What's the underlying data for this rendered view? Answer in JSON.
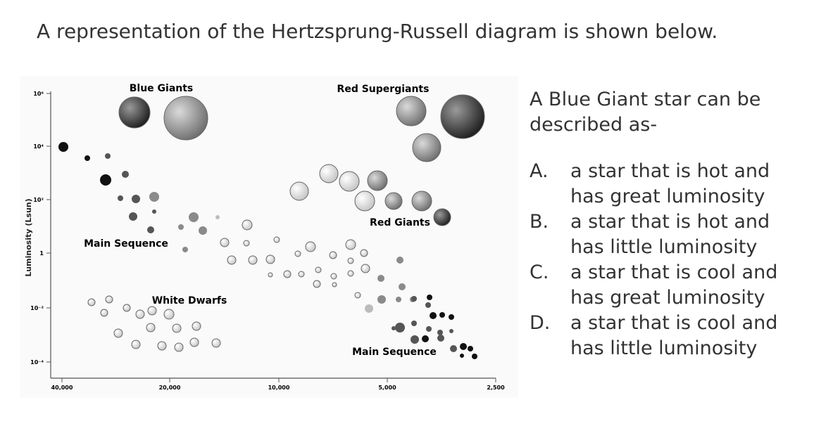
{
  "title": "A representation of the Hertzsprung-Russell diagram is shown below.",
  "question": "A Blue Giant star can be described as-",
  "options": [
    {
      "letter": "A.",
      "text": "a star that is hot and has great luminosity"
    },
    {
      "letter": "B.",
      "text": "a star that is hot and has little luminosity"
    },
    {
      "letter": "C.",
      "text": "a star that is cool and has great luminosity"
    },
    {
      "letter": "D.",
      "text": "a star that is cool and has little luminosity"
    }
  ],
  "diagram": {
    "ylabel": "Luminosity (Lsun)",
    "y_ticks": [
      "10⁶",
      "10⁴",
      "10²",
      "1",
      "10⁻²",
      "10⁻⁴"
    ],
    "x_ticks": [
      "40,000",
      "20,000",
      "10,000",
      "5,000",
      "2,500"
    ],
    "regions": {
      "blue_giants": "Blue Giants",
      "red_supergiants": "Red Supergiants",
      "red_giants": "Red Giants",
      "main_sequence_left": "Main Sequence",
      "main_sequence_right": "Main Sequence",
      "white_dwarfs": "White Dwarfs"
    }
  }
}
